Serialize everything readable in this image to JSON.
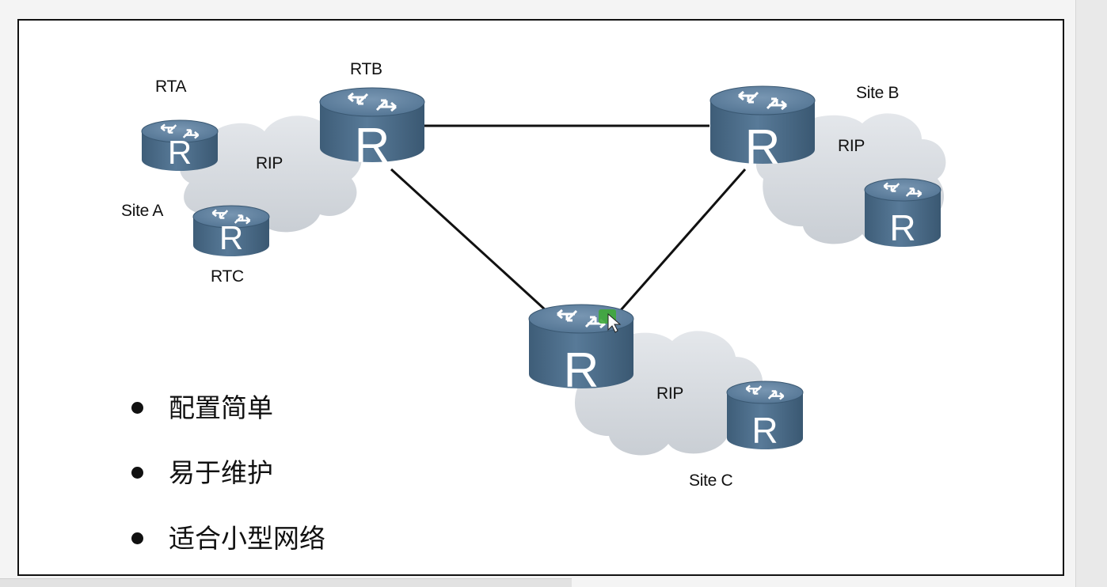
{
  "diagram": {
    "routers": {
      "rta": {
        "label": "RTA"
      },
      "rtb": {
        "label": "RTB"
      },
      "rtc": {
        "label": "RTC"
      }
    },
    "sites": {
      "a": {
        "label": "Site A",
        "protocol": "RIP"
      },
      "b": {
        "label": "Site B",
        "protocol": "RIP"
      },
      "c": {
        "label": "Site C",
        "protocol": "RIP"
      }
    },
    "router_glyph": "R",
    "colors": {
      "router_body": "#4a6b87",
      "router_top": "#5f81a0",
      "cloud": "#d9dde2",
      "link": "#111111",
      "cursor_highlight": "#3fa83a"
    }
  },
  "bullets": [
    {
      "text": "配置简单"
    },
    {
      "text": "易于维护"
    },
    {
      "text": "适合小型网络"
    }
  ]
}
